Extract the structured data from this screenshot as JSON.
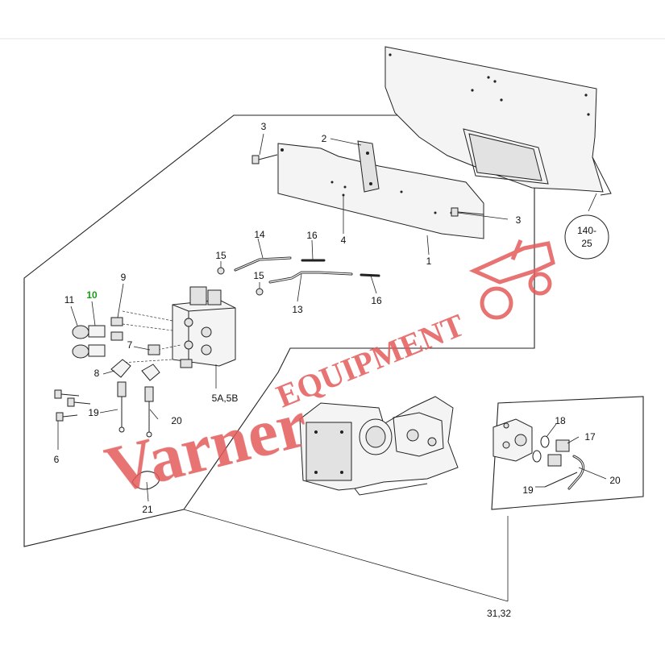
{
  "diagram": {
    "watermark": {
      "script_text": "Varner",
      "block_text": "EQUIPMENT",
      "color": "#e35a5a",
      "icon": "tractor-icon"
    },
    "callouts": {
      "c1": "1",
      "c2": "2",
      "c3a": "3",
      "c3b": "3",
      "c4": "4",
      "c5": "5A,5B",
      "c6": "6",
      "c7": "7",
      "c8": "8",
      "c9": "9",
      "c10": "10",
      "c11": "11",
      "c13": "13",
      "c14": "14",
      "c15a": "15",
      "c15b": "15",
      "c16a": "16",
      "c16b": "16",
      "c17": "17",
      "c18": "18",
      "c19a": "19",
      "c19b": "19",
      "c20a": "20",
      "c20b": "20",
      "c21": "21",
      "c3132": "31,32"
    },
    "reference_bubble": {
      "line1": "140-",
      "line2": "25"
    },
    "highlight_color": "#1a9a1a"
  }
}
